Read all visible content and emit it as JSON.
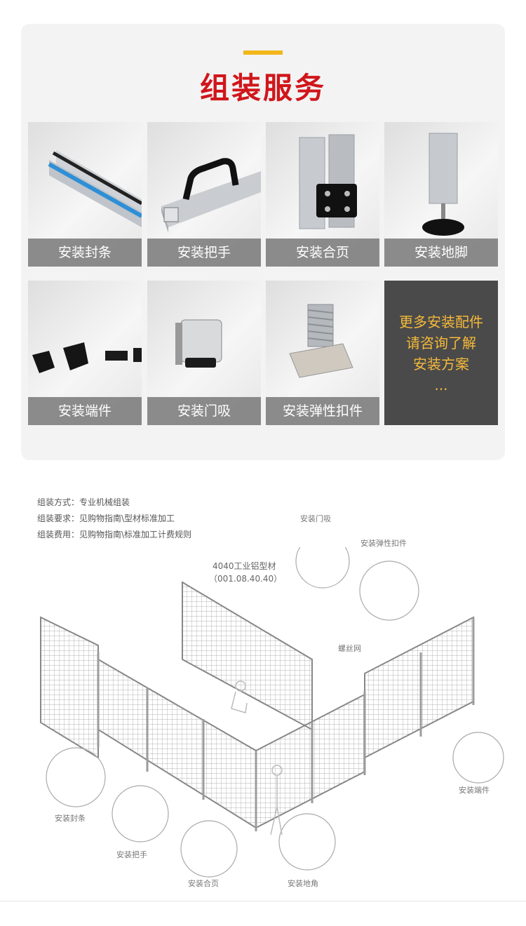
{
  "header": {
    "title": "组装服务",
    "accent_color": "#f2b619",
    "title_color": "#d0161b"
  },
  "tiles": [
    {
      "label": "安装封条",
      "icon": "seal-strip-icon"
    },
    {
      "label": "安装把手",
      "icon": "handle-icon"
    },
    {
      "label": "安装合页",
      "icon": "hinge-icon"
    },
    {
      "label": "安装地脚",
      "icon": "foot-icon"
    },
    {
      "label": "安装端件",
      "icon": "end-cap-icon"
    },
    {
      "label": "安装门吸",
      "icon": "door-catch-icon"
    },
    {
      "label": "安装弹性扣件",
      "icon": "elastic-fastener-icon"
    }
  ],
  "more": {
    "lines": [
      "更多安装配件",
      "请咨询了解",
      "安装方案",
      "..."
    ],
    "text_color": "#f5b93a"
  },
  "specs": [
    "组装方式：专业机械组装",
    "组装要求：见购物指南\\型材标准加工",
    "组装费用：见购物指南\\标准加工计费规则"
  ],
  "diagram": {
    "profile_name": "4040工业铝型材",
    "profile_code": "（001.08.40.40）",
    "mesh_label": "螺丝网",
    "labels": {
      "door_catch": "安装门吸",
      "elastic_fastener": "安装弹性扣件",
      "end_cap": "安装端件",
      "seal_strip": "安装封条",
      "handle": "安装把手",
      "hinge": "安装合页",
      "foot": "安装地角"
    }
  }
}
